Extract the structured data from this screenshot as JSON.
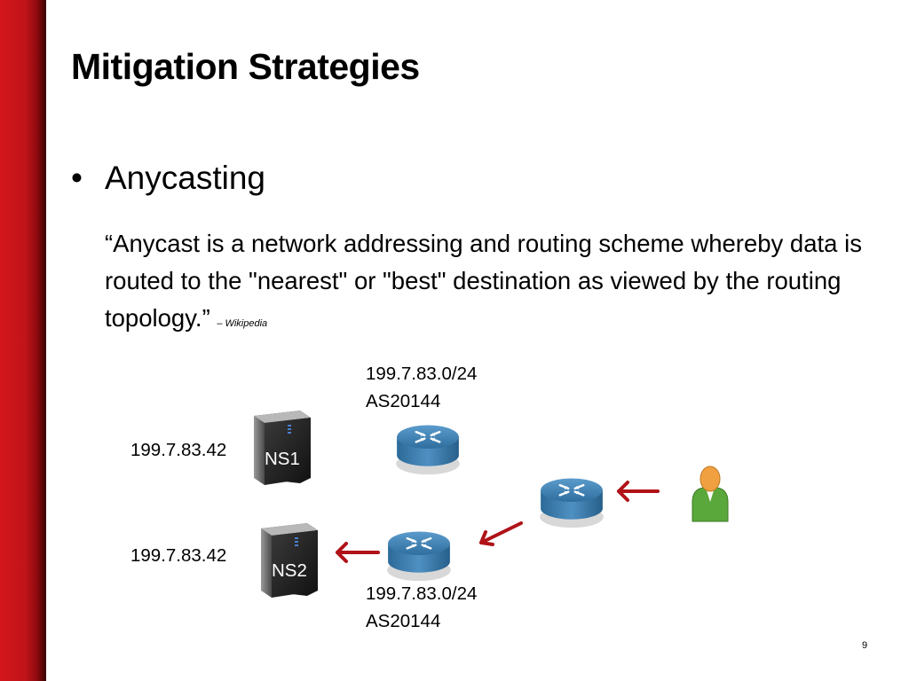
{
  "slide": {
    "title": "Mitigation Strategies",
    "bullet": "Anycasting",
    "bullet_glyph": "•",
    "quote": "“Anycast is a network addressing and routing scheme whereby data is routed to the \"nearest\" or \"best\" destination as viewed by the routing topology.”",
    "quote_source": "– Wikipedia",
    "page_number": "9"
  },
  "diagram": {
    "top_router_prefix": "199.7.83.0/24",
    "top_router_as": "AS20144",
    "bottom_router_prefix": "199.7.83.0/24",
    "bottom_router_as": "AS20144",
    "ns1_ip": "199.7.83.42",
    "ns2_ip": "199.7.83.42",
    "ns1_label": "NS1",
    "ns2_label": "NS2"
  },
  "colors": {
    "accent_bar": "#c0141a",
    "arrow": "#b01218",
    "router": "#3d7fb0",
    "user_body": "#5aa83c",
    "user_head": "#f0a040"
  }
}
